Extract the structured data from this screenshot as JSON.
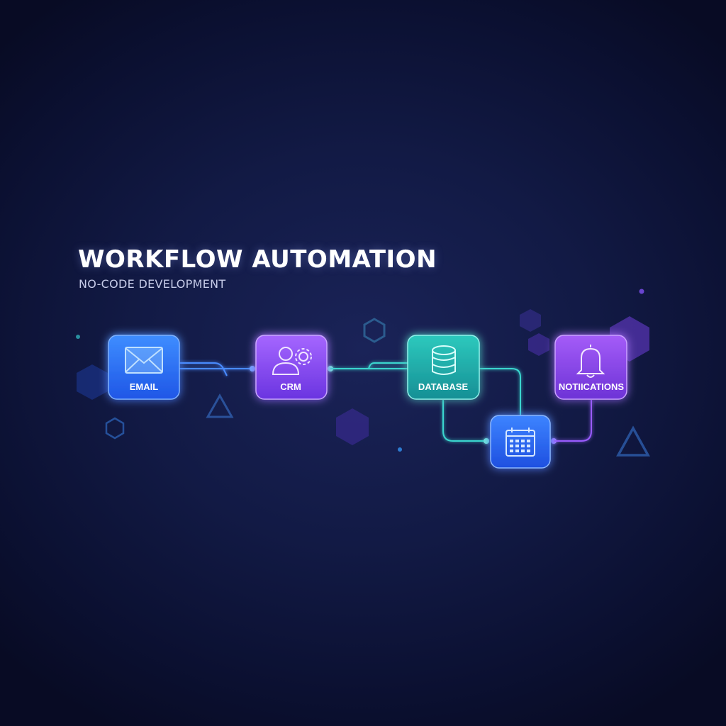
{
  "header": {
    "title": "WORKFLOW AUTOMATION",
    "subtitle": "NO-CODE DEVELOPMENT"
  },
  "nodes": {
    "email": {
      "label": "EMAIL",
      "icon": "envelope-icon",
      "color": "#2f7bff"
    },
    "crm": {
      "label": "CRM",
      "icon": "user-gear-icon",
      "color": "#8b4dff"
    },
    "database": {
      "label": "DATABASE",
      "icon": "database-icon",
      "color": "#1fb8b0"
    },
    "calendar": {
      "label": "",
      "icon": "calendar-icon",
      "color": "#2f6fff"
    },
    "notifications": {
      "label": "NOTIICATIONS",
      "icon": "bell-icon",
      "color": "#8b45f0"
    }
  },
  "colors": {
    "background": "#0f1640",
    "connector_blue": "#4a8bff",
    "connector_teal": "#3ad6cf",
    "connector_purple": "#9a5cff"
  }
}
